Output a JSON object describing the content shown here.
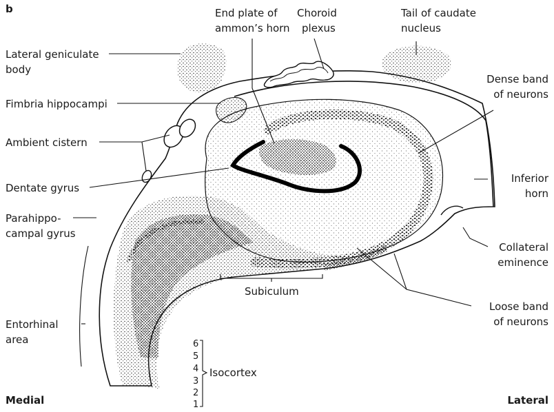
{
  "panel_letter": "b",
  "orientation": {
    "left": "Medial",
    "right": "Lateral"
  },
  "labels": {
    "lateral_geniculate": [
      "Lateral geniculate",
      "body"
    ],
    "fimbria": [
      "Fimbria hippocampi"
    ],
    "ambient_cistern": [
      "Ambient cistern"
    ],
    "dentate_gyrus": [
      "Dentate gyrus"
    ],
    "parahippocampal": [
      "Parahippo-",
      "campal gyrus"
    ],
    "entorhinal": [
      "Entorhinal",
      "area"
    ],
    "end_plate": [
      "End plate of",
      "ammon’s horn"
    ],
    "choroid_plexus": [
      "Choroid",
      "plexus"
    ],
    "tail_caudate": [
      "Tail of caudate",
      "nucleus"
    ],
    "dense_band": [
      "Dense band",
      "of neurons"
    ],
    "inferior_horn": [
      "Inferior",
      "horn"
    ],
    "collateral_eminence": [
      "Collateral",
      "eminence"
    ],
    "loose_band": [
      "Loose band",
      "of neurons"
    ],
    "subiculum": [
      "Subiculum"
    ],
    "isocortex": [
      "Isocortex"
    ]
  },
  "layer_numbers": [
    "6",
    "5",
    "4",
    "3",
    "2",
    "1"
  ]
}
